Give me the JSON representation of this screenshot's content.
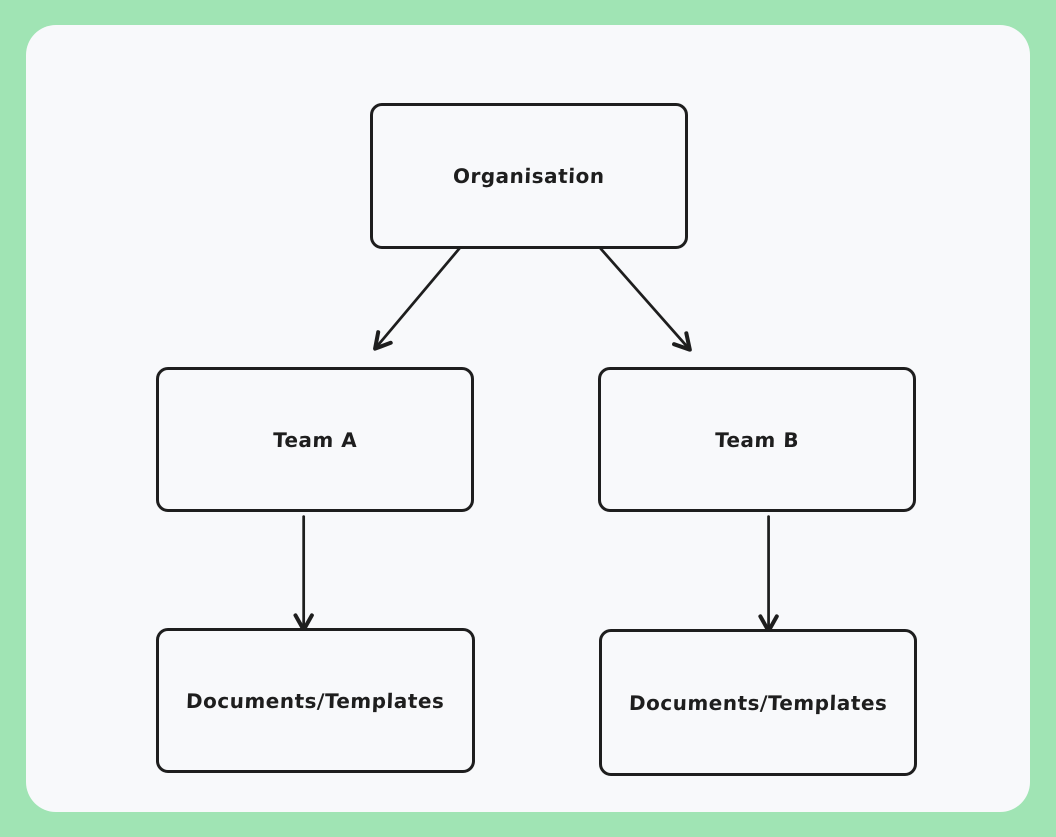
{
  "theme": {
    "frame_color": "#a0e4b4",
    "surface_color": "#f8f9fb",
    "stroke_color": "#1e1e1e"
  },
  "diagram": {
    "type": "org-chart",
    "nodes": [
      {
        "id": "organisation",
        "label": "Organisation"
      },
      {
        "id": "team-a",
        "label": "Team A"
      },
      {
        "id": "team-b",
        "label": "Team B"
      },
      {
        "id": "docs-a",
        "label": "Documents/Templates"
      },
      {
        "id": "docs-b",
        "label": "Documents/Templates"
      }
    ],
    "edges": [
      {
        "from": "organisation",
        "to": "team-a",
        "arrowhead": "arrow"
      },
      {
        "from": "organisation",
        "to": "team-b",
        "arrowhead": "arrow"
      },
      {
        "from": "team-a",
        "to": "docs-a",
        "arrowhead": "arrow"
      },
      {
        "from": "team-b",
        "to": "docs-b",
        "arrowhead": "arrow"
      }
    ]
  }
}
